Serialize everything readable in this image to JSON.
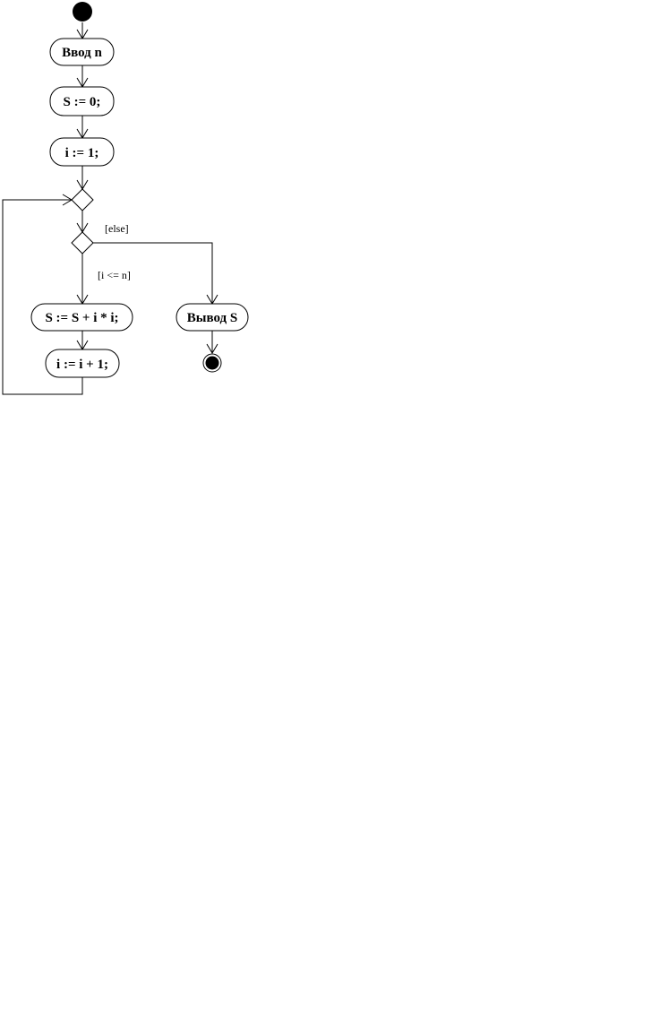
{
  "diagram": {
    "type": "uml-activity",
    "nodes": {
      "input_n": "Ввод n",
      "init_s": "S := 0;",
      "init_i": "i := 1;",
      "accumulate": "S := S + i * i;",
      "increment": "i := i + 1;",
      "output_s": "Вывод S"
    },
    "guards": {
      "else": "[else]",
      "loop_condition": "[i <= n]"
    },
    "colors": {
      "stroke": "#000000",
      "fill": "#ffffff"
    }
  }
}
